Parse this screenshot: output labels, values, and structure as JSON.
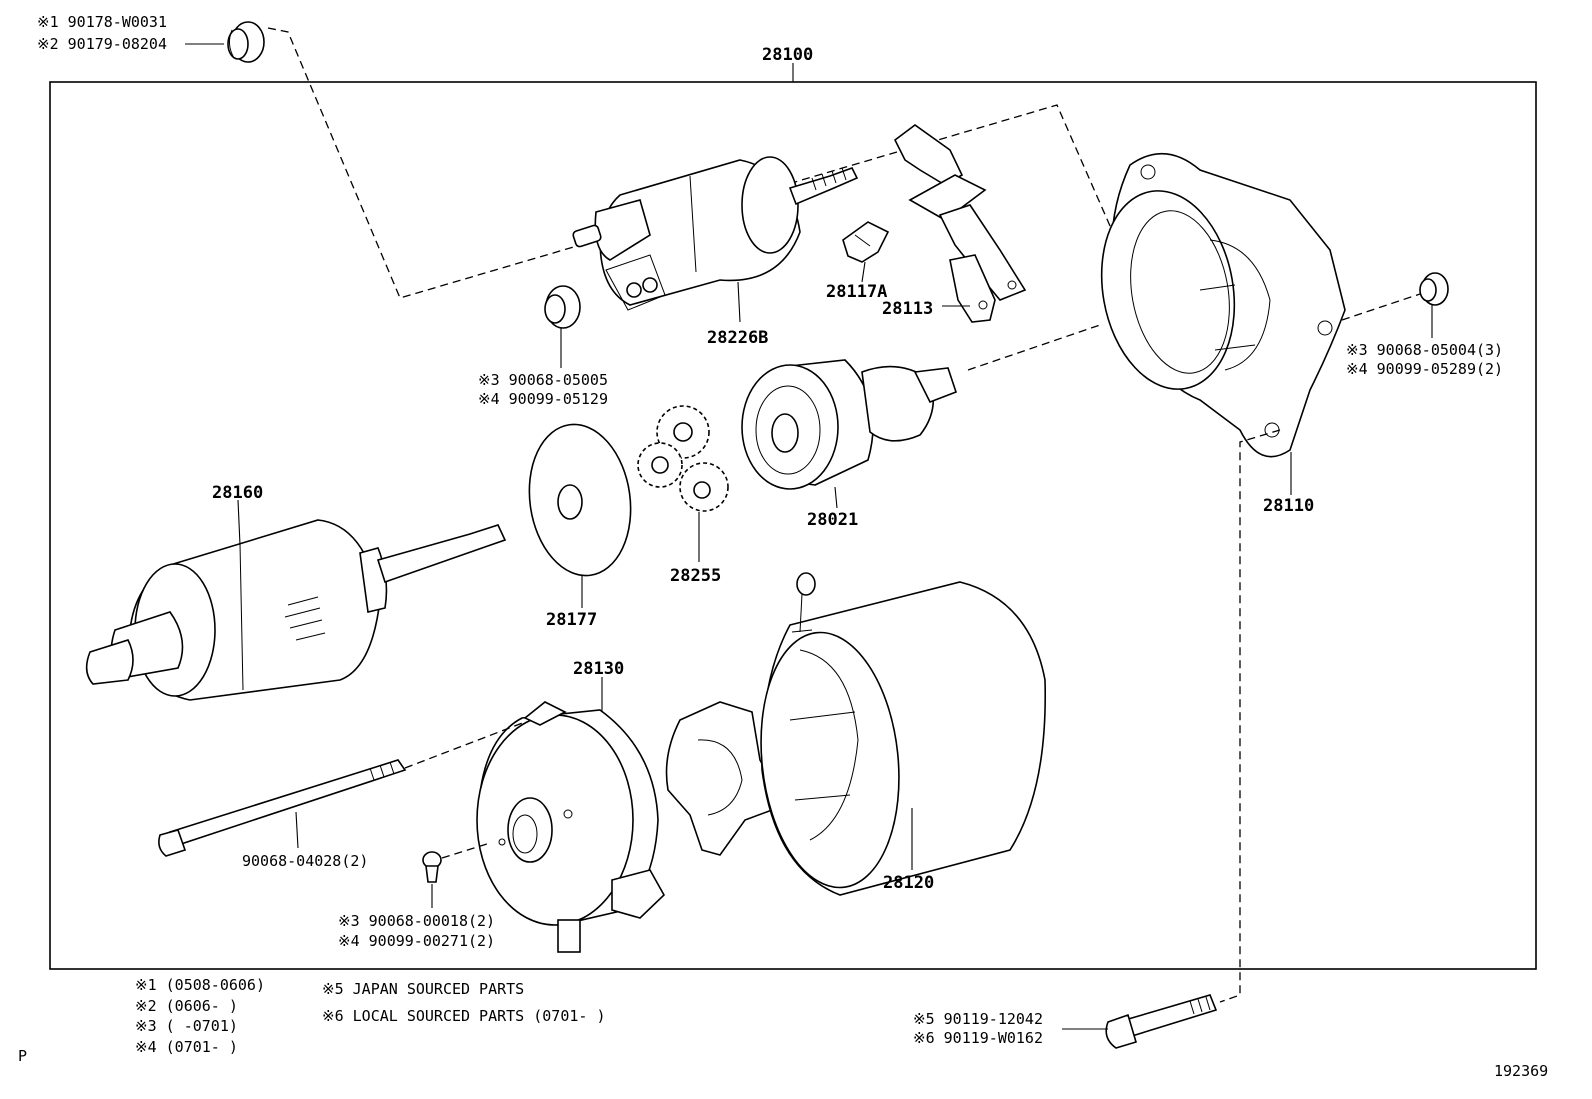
{
  "texts": [
    {
      "label": "note-1-part",
      "text": "※1 90178-W0031"
    },
    {
      "label": "note-2-part",
      "text": "※2 90179-08204"
    },
    {
      "label": "assembly",
      "text": "28100"
    },
    {
      "label": "p28117a",
      "text": "28117A"
    },
    {
      "label": "p28113",
      "text": "28113"
    },
    {
      "label": "p28226b",
      "text": "28226B"
    },
    {
      "label": "nut-a-3",
      "text": "※3 90068-05005"
    },
    {
      "label": "nut-a-4",
      "text": "※4 90099-05129"
    },
    {
      "label": "nut-b-3",
      "text": "※3 90068-05004(3)"
    },
    {
      "label": "nut-b-4",
      "text": "※4 90099-05289(2)"
    },
    {
      "label": "p28160",
      "text": "28160"
    },
    {
      "label": "p28021",
      "text": "28021"
    },
    {
      "label": "p28110",
      "text": "28110"
    },
    {
      "label": "p28255",
      "text": "28255"
    },
    {
      "label": "p28177",
      "text": "28177"
    },
    {
      "label": "p28130",
      "text": "28130"
    },
    {
      "label": "bolt-long",
      "text": "90068-04028(2)"
    },
    {
      "label": "p28120",
      "text": "28120"
    },
    {
      "label": "screw-3",
      "text": "※3 90068-00018(2)"
    },
    {
      "label": "screw-4",
      "text": "※4 90099-00271(2)"
    },
    {
      "label": "legend-1",
      "text": "※1 (0508-0606)"
    },
    {
      "label": "legend-2",
      "text": "※2 (0606-     )"
    },
    {
      "label": "legend-3",
      "text": "※3 (      -0701)"
    },
    {
      "label": "legend-4",
      "text": "※4 (0701-      )"
    },
    {
      "label": "legend-5",
      "text": "※5 JAPAN SOURCED PARTS"
    },
    {
      "label": "legend-6",
      "text": "※6 LOCAL SOURCED PARTS (0701-     )"
    },
    {
      "label": "bolt-5",
      "text": "※5 90119-12042"
    },
    {
      "label": "bolt-6",
      "text": "※6 90119-W0162"
    },
    {
      "label": "corner-p",
      "text": "P"
    },
    {
      "label": "diagram-id",
      "text": "192369"
    }
  ]
}
